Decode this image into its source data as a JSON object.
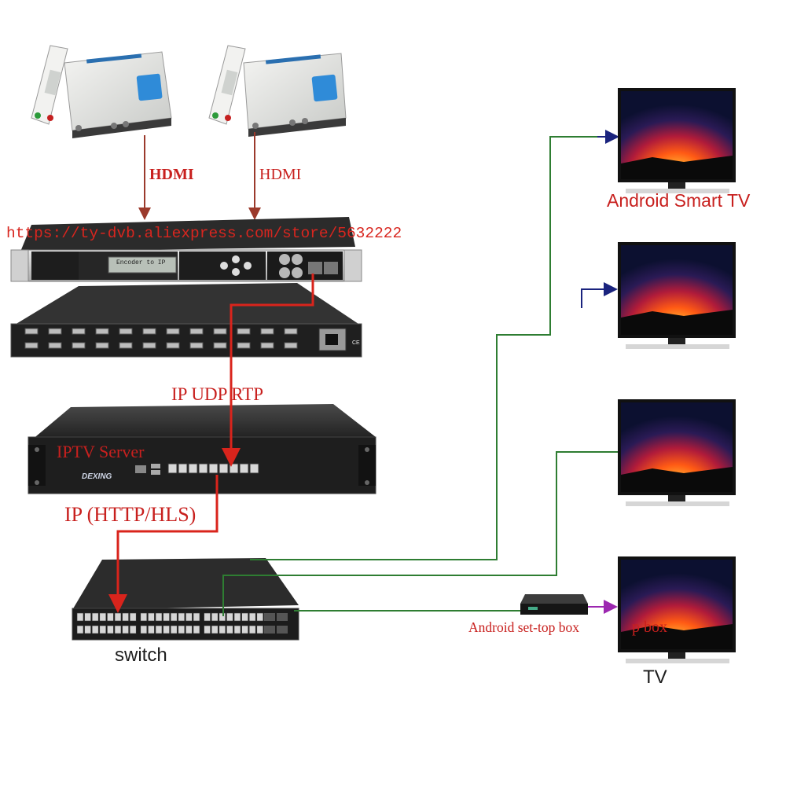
{
  "labels": {
    "hdmi_left": "HDMI",
    "hdmi_right": "HDMI",
    "store_url": "https://ty-dvb.aliexpress.com/store/5632222",
    "encoder_display": "Encoder to IP",
    "ip_udp_rtp": "IP UDP RTP",
    "iptv_server": "IPTV Server",
    "server_brand": "DEXING",
    "ip_http_hls": "IP (HTTP/HLS)",
    "switch": "switch",
    "android_smart_tv": "Android Smart TV",
    "android_stb": "Android set-top box",
    "stb_overlap": "p box",
    "tv": "TV"
  },
  "hdmi_port_label": "HDMI",
  "colors": {
    "red_cable": "#d9241c",
    "green_cable": "#2e7d32",
    "blue_arrow": "#1a237e",
    "purple_arrow": "#9c27b0",
    "label_red": "#c8201e",
    "device_dark": "#2a2a2a",
    "screen_sunset": "#ff6a1a"
  },
  "icons": [
    "satellite-receiver-icon",
    "remote-control-icon",
    "tv-monitor-icon",
    "set-top-box-icon",
    "network-switch-icon",
    "rack-encoder-icon",
    "iptv-server-icon"
  ]
}
